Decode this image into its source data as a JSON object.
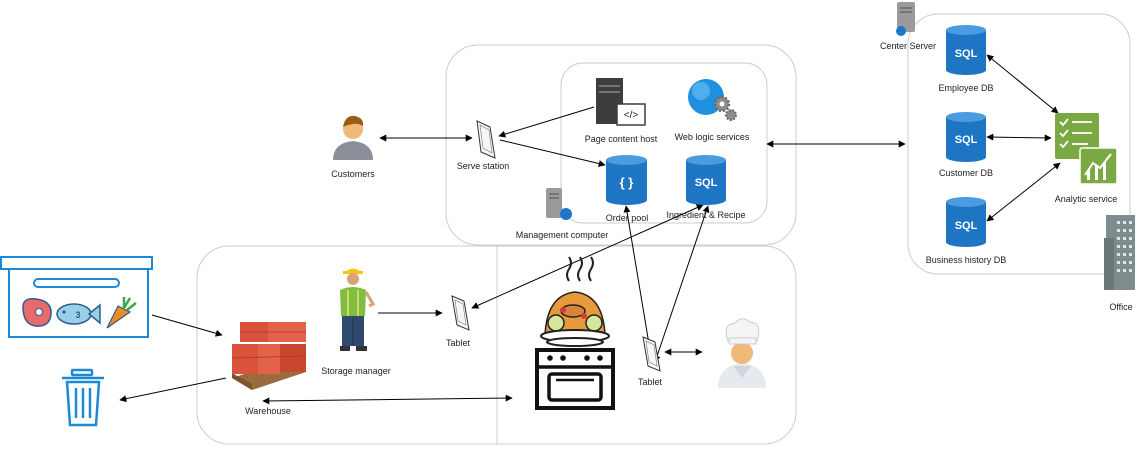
{
  "labels": {
    "customers": "Customers",
    "serve_station": "Serve station",
    "page_content_host": "Page content host",
    "web_logic_services": "Web logic services",
    "order_pool": "Order pool",
    "ingredient_recipe": "Ingredient & Recipe",
    "management_computer": "Management computer",
    "center_server": "Center Server",
    "employee_db": "Employee DB",
    "customer_db": "Customer DB",
    "business_history_db": "Business history DB",
    "analytic_service": "Analytic service",
    "office": "Office",
    "storage_manager": "Storage manager",
    "tablet_storage": "Tablet",
    "tablet_kitchen": "Tablet",
    "warehouse": "Warehouse"
  },
  "icon_text": {
    "sql": "SQL",
    "json": "{ }",
    "code": "</>",
    "fish_number": "3"
  },
  "colors": {
    "frame_stroke": "#cccccc",
    "db_blue": "#1d75c4",
    "analytic_green": "#7aa843",
    "arrow": "#000000",
    "crate_blue": "#1b8ad6"
  }
}
